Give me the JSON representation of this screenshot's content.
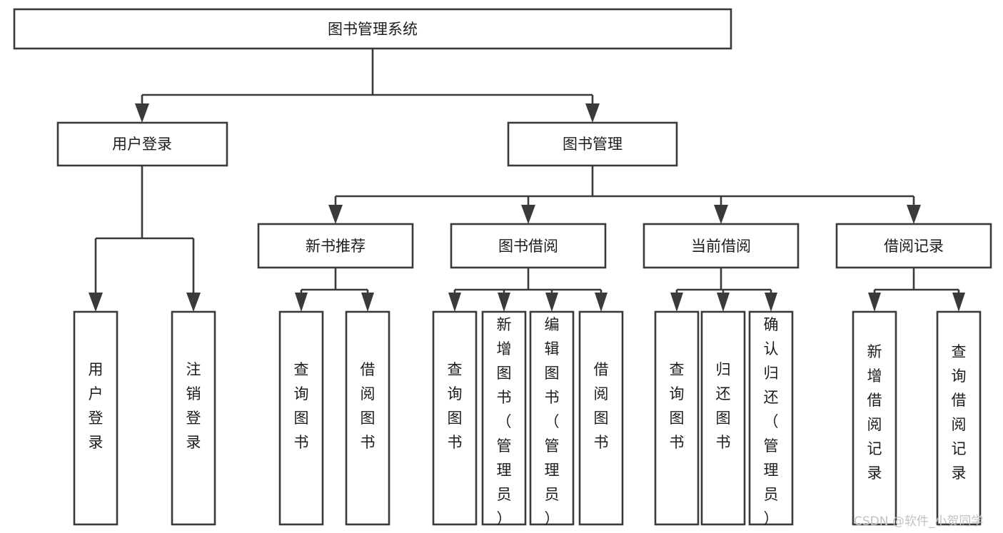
{
  "diagram": {
    "title": "图书管理系统",
    "type": "tree-hierarchy-chart",
    "root": {
      "label": "图书管理系统"
    },
    "level2": [
      {
        "label": "用户登录"
      },
      {
        "label": "图书管理"
      }
    ],
    "level3": [
      {
        "label": "新书推荐"
      },
      {
        "label": "图书借阅"
      },
      {
        "label": "当前借阅"
      },
      {
        "label": "借阅记录"
      }
    ],
    "leaves": {
      "user_login": [
        {
          "label": "用户登录"
        },
        {
          "label": "注销登录"
        }
      ],
      "new_book_recommend": [
        {
          "label": "查询图书"
        },
        {
          "label": "借阅图书"
        }
      ],
      "book_borrow": [
        {
          "label": "查询图书"
        },
        {
          "label": "新增图书（管理员）"
        },
        {
          "label": "编辑图书（管理员）"
        },
        {
          "label": "借阅图书"
        }
      ],
      "current_borrow": [
        {
          "label": "查询图书"
        },
        {
          "label": "归还图书"
        },
        {
          "label": "确认归还（管理员）"
        }
      ],
      "borrow_record": [
        {
          "label": "新增借阅记录"
        },
        {
          "label": "查询借阅记录"
        }
      ]
    },
    "watermark": "CSDN @软件_小贺同学",
    "colors": {
      "stroke": "#3a3a3a",
      "fill": "#ffffff",
      "text": "#1c1c1c",
      "watermark": "#c2c2c2"
    }
  }
}
